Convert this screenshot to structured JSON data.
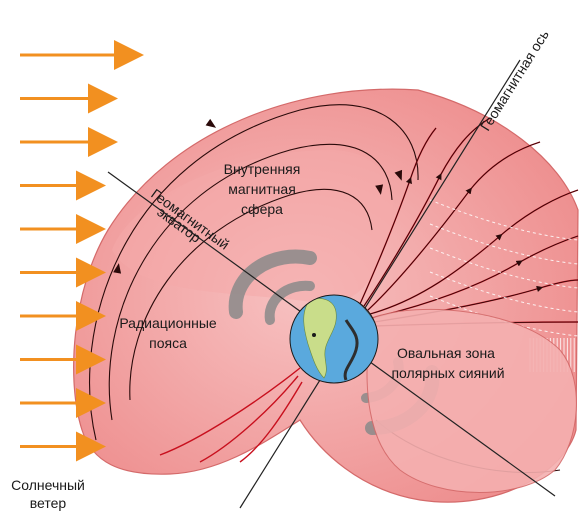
{
  "labels": {
    "geomagnetic_axis": "Геомагнитная ось",
    "geomagnetic_equator_line1": "Геомагнитный",
    "geomagnetic_equator_line2": "экватор",
    "inner_magnetosphere_line1": "Внутренняя",
    "inner_magnetosphere_line2": "магнитная",
    "inner_magnetosphere_line3": "сфера",
    "radiation_belts_line1": "Радиационные",
    "radiation_belts_line2": "пояса",
    "auroral_oval_line1": "Овальная зона",
    "auroral_oval_line2": "полярных сияний",
    "solar_wind_line1": "Солнечный",
    "solar_wind_line2": "ветер"
  },
  "colors": {
    "magnetosphere_fill": "#f3a3a3",
    "magnetosphere_edge": "#e07a7a",
    "field_line": "#c8101e",
    "solar_wind_arrow": "#f29020",
    "ocean": "#5aa9dd",
    "land": "#c9dd8a",
    "night_side": "#4a4a4a",
    "radiation_belt": "#8a8a8a"
  },
  "solar_wind_arrow_count": 10
}
